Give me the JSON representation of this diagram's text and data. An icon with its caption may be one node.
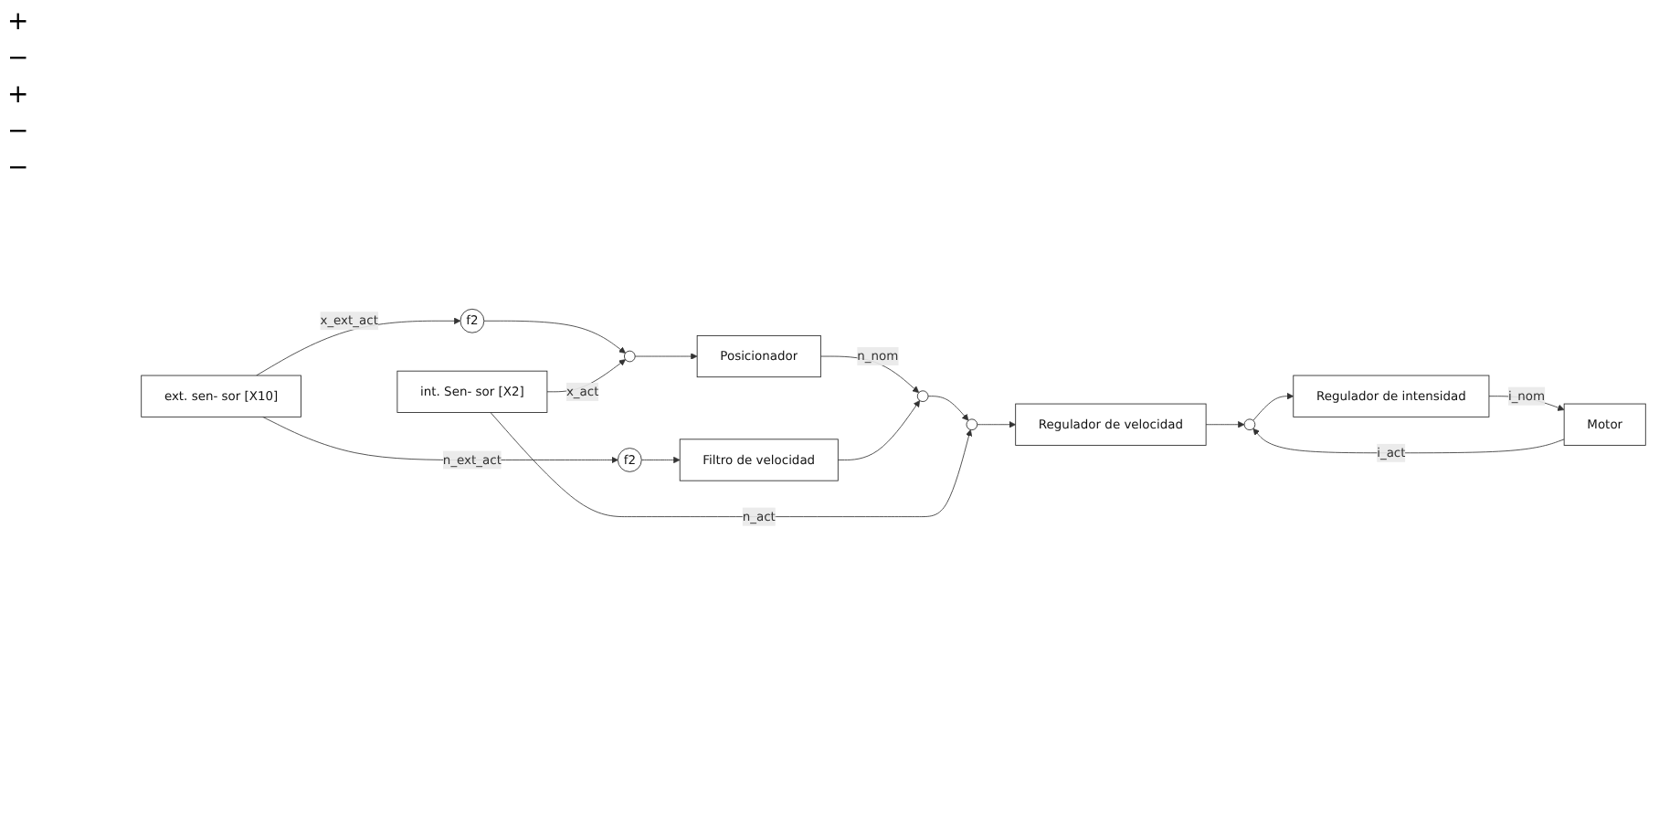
{
  "diagram": {
    "nodes": [
      {
        "text": [],
        "shape": "circle"
      },
      {
        "text": [
          "Posicionador"
        ]
      },
      {
        "text": [],
        "shape": "circle"
      },
      {
        "text": [],
        "shape": "circle"
      },
      {
        "text": [
          "Regulador de velocidad"
        ]
      },
      {
        "text": [],
        "shape": "circle"
      },
      {
        "text": [
          "Regulador de intensidad"
        ]
      },
      {
        "text": [
          "Motor"
        ]
      },
      {
        "text": [
          "Filtro de velocidad"
        ]
      },
      {
        "text": [
          "int. Sen- sor [X2]"
        ]
      },
      {
        "text": [
          "ext. sen- sor [X10]"
        ]
      },
      {
        "text": [
          "f2"
        ]
      },
      {
        "text": [
          "f2"
        ]
      }
    ],
    "edges": [
      {
        "from": 12,
        "to": 0,
        "arrow": "to"
      },
      {
        "from": 0,
        "to": 1,
        "arrow": "to"
      },
      {
        "from": 1,
        "to": 2,
        "arrow": "to",
        "label": "n_nom"
      },
      {
        "from": 8,
        "to": 2,
        "arrow": "to"
      },
      {
        "from": 2,
        "to": 3,
        "arrow": "to"
      },
      {
        "from": 3,
        "to": 4,
        "arrow": "to"
      },
      {
        "from": 4,
        "to": 5,
        "arrow": "to"
      },
      {
        "from": 5,
        "to": 6,
        "arrow": "to"
      },
      {
        "from": 6,
        "to": 7,
        "arrow": "to",
        "label": "i_nom"
      },
      {
        "from": 7,
        "to": 5,
        "arrow": "to",
        "label": "i_act"
      },
      {
        "from": 9,
        "to": 3,
        "arrow": "to",
        "label": "n_act"
      },
      {
        "from": 9,
        "to": 0,
        "arrow": "to",
        "label": "x_act"
      },
      {
        "from": 11,
        "to": 8,
        "arrow": "to"
      },
      {
        "from": 10,
        "to": 11,
        "arrow": "to",
        "label": "n_ext_act"
      },
      {
        "from": 10,
        "to": 12,
        "arrow": "to",
        "label": "x_ext_act"
      }
    ],
    "labels": [
      "+",
      "−",
      "+",
      "−",
      "−"
    ]
  }
}
